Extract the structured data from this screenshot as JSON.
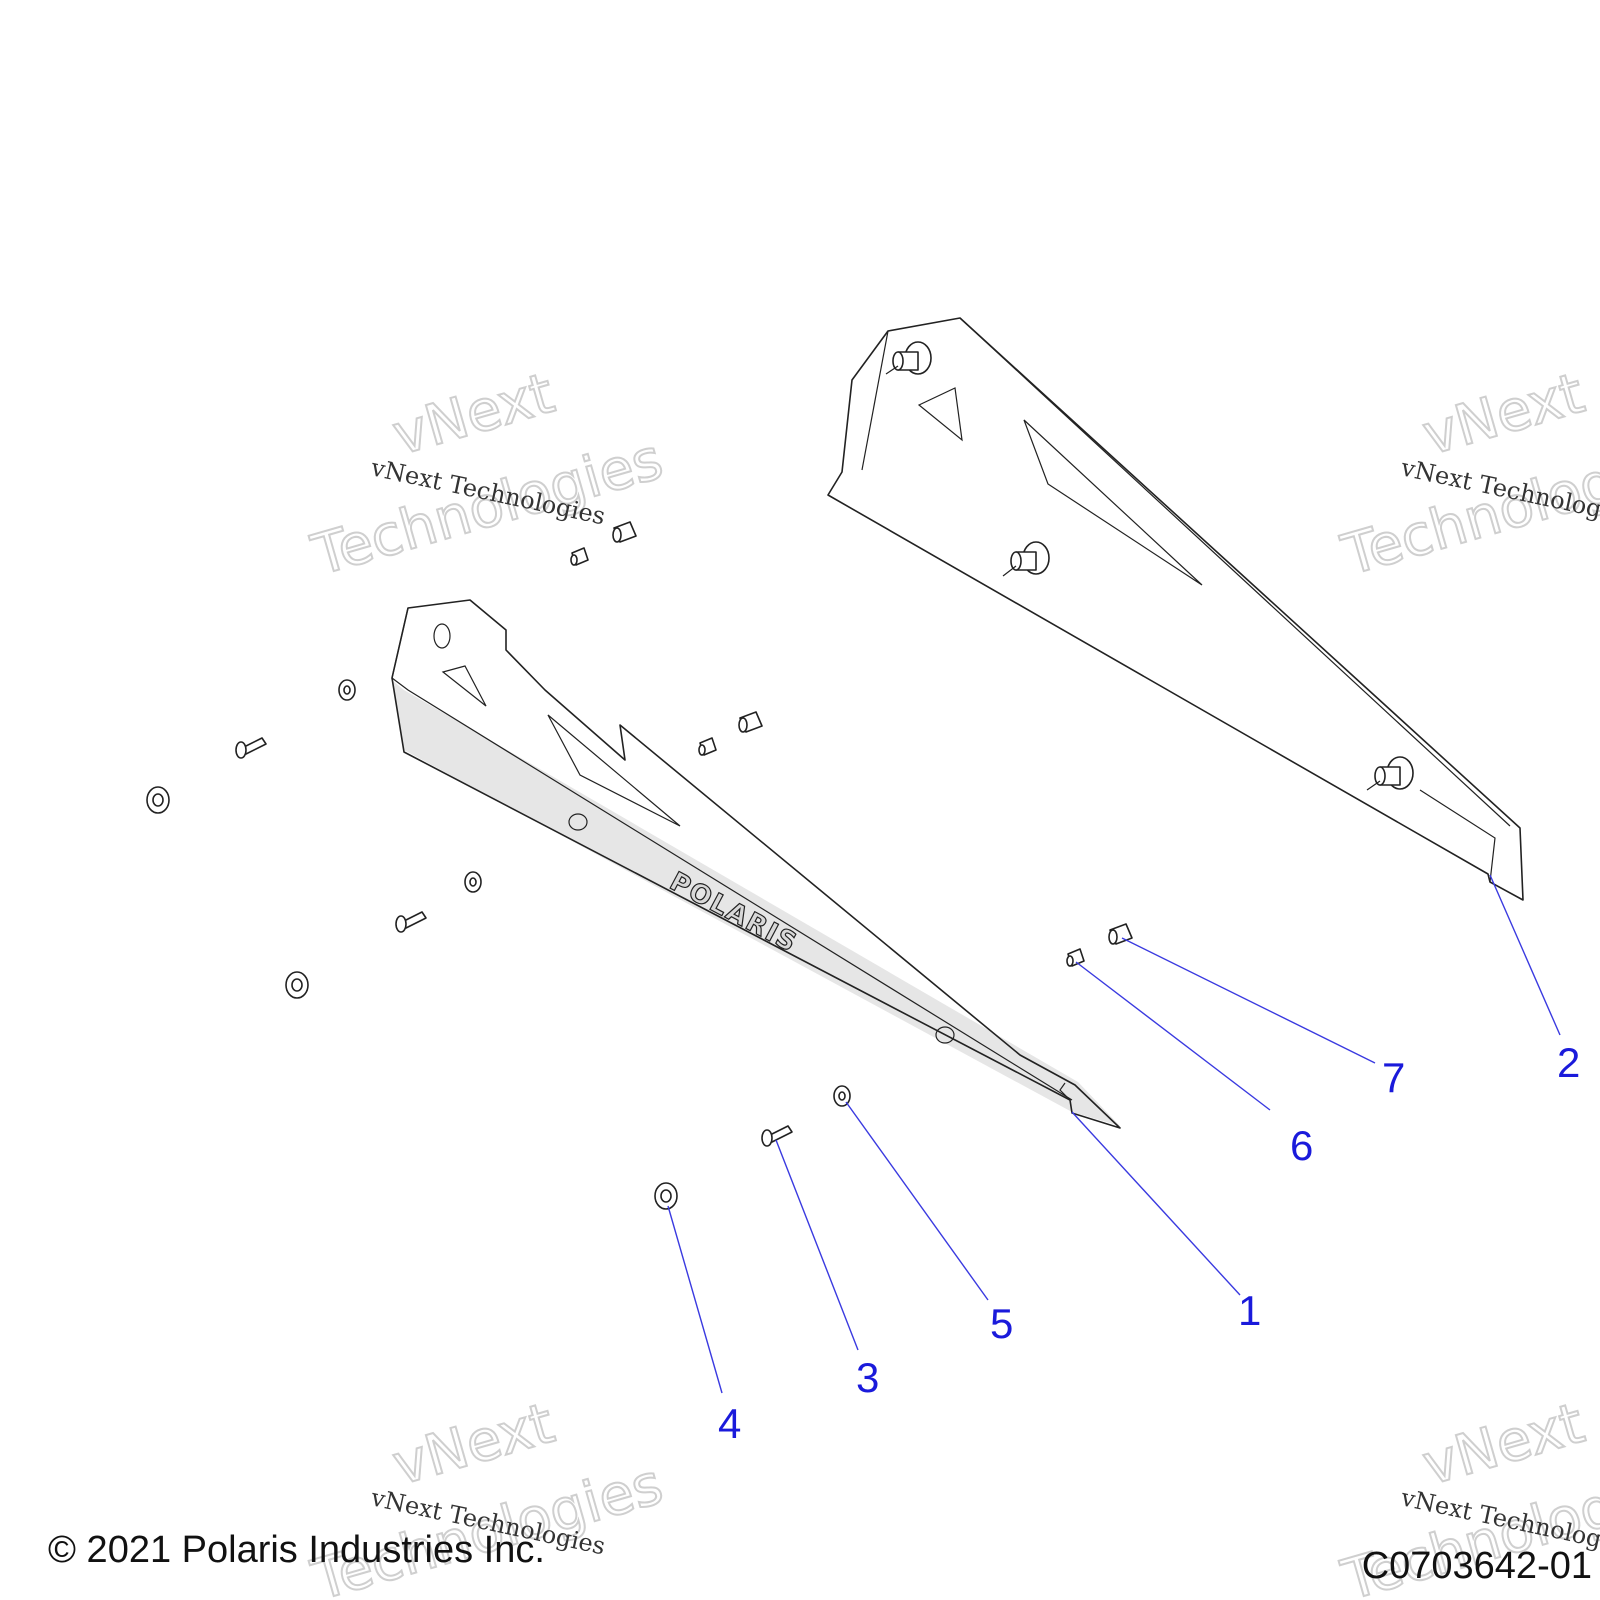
{
  "callouts": [
    {
      "id": "1",
      "label": "1"
    },
    {
      "id": "2",
      "label": "2"
    },
    {
      "id": "3",
      "label": "3"
    },
    {
      "id": "4",
      "label": "4"
    },
    {
      "id": "5",
      "label": "5"
    },
    {
      "id": "6",
      "label": "6"
    },
    {
      "id": "7",
      "label": "7"
    }
  ],
  "watermark": {
    "line1": "vNext Technologies",
    "big1": "vNext",
    "big2": "Technologies"
  },
  "logo_text": "POLARIS",
  "footer": {
    "copyright": "© 2021 Polaris Industries Inc.",
    "drawing_number": "C0703642-01"
  },
  "colors": {
    "callout": "#1a1adb",
    "line_art": "#222222"
  }
}
